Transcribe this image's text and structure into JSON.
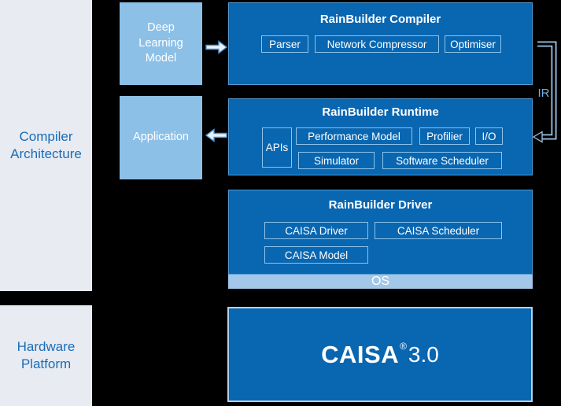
{
  "left_column": {
    "compiler_architecture": "Compiler Architecture",
    "hardware_platform": "Hardware Platform"
  },
  "middle": {
    "deep_learning_model": "Deep Learning Model",
    "application": "Application"
  },
  "compiler": {
    "title": "RainBuilder Compiler",
    "modules": [
      "Parser",
      "Network Compressor",
      "Optimiser"
    ]
  },
  "runtime": {
    "title": "RainBuilder Runtime",
    "apis": "APIs",
    "row1": [
      "Performance Model",
      "Profilier",
      "I/O"
    ],
    "row2": [
      "Simulator",
      "Software Scheduler"
    ]
  },
  "driver": {
    "title": "RainBuilder Driver",
    "row1": [
      "CAISA Driver",
      "CAISA Scheduler"
    ],
    "row2": [
      "CAISA Model"
    ]
  },
  "os_label": "OS",
  "hardware": {
    "name": "CAISA",
    "registered_mark": "®",
    "version": "3.0"
  },
  "ir_label": "IR",
  "icons": {
    "flow-arrow-right-icon": "block arrow pointing right (outline style)",
    "flow-arrow-left-icon": "block arrow pointing left (outline style)",
    "ir-connector-icon": "hollow elbow connector with left arrowhead"
  },
  "colors": {
    "panel_blue": "#0966b1",
    "light_blue_box": "#8cc0e7",
    "pale_gray_box": "#e8ebf2",
    "os_bar": "#a3c7e9",
    "chip_border": "#8ec4ec",
    "left_text_blue": "#1a6cb7",
    "ir_blue": "#77aedf",
    "background": "#000000"
  }
}
